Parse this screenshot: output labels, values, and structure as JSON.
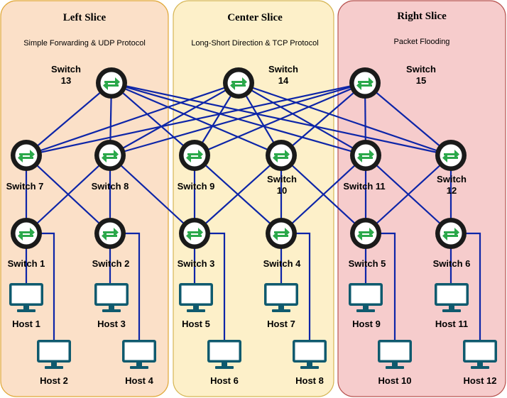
{
  "colors": {
    "link": "#0d25a8",
    "switch_ring": "#1a1a1a",
    "switch_arrow": "#2aa84a",
    "host": "#0f5a6e"
  },
  "slices": [
    {
      "id": "left",
      "title": "Left Slice",
      "subtitle": "Simple Forwarding & UDP Protocol",
      "fill": "#fbe0c8",
      "stroke": "#e0a838"
    },
    {
      "id": "center",
      "title": "Center Slice",
      "subtitle": "Long-Short Direction & TCP Protocol",
      "fill": "#fdf0c9",
      "stroke": "#d6b656"
    },
    {
      "id": "right",
      "title": "Right Slice",
      "subtitle": "Packet Flooding",
      "fill": "#f6cccc",
      "stroke": "#b85450"
    }
  ],
  "switches": [
    {
      "id": "s13",
      "line1": "Switch",
      "line2": "13"
    },
    {
      "id": "s14",
      "line1": "Switch",
      "line2": "14"
    },
    {
      "id": "s15",
      "line1": "Switch",
      "line2": "15"
    },
    {
      "id": "s7",
      "line1": "Switch 7",
      "line2": ""
    },
    {
      "id": "s8",
      "line1": "Switch 8",
      "line2": ""
    },
    {
      "id": "s9",
      "line1": "Switch 9",
      "line2": ""
    },
    {
      "id": "s10",
      "line1": "Switch",
      "line2": "10"
    },
    {
      "id": "s11",
      "line1": "Switch 11",
      "line2": ""
    },
    {
      "id": "s12",
      "line1": "Switch",
      "line2": "12"
    },
    {
      "id": "s1",
      "line1": "Switch 1",
      "line2": ""
    },
    {
      "id": "s2",
      "line1": "Switch 2",
      "line2": ""
    },
    {
      "id": "s3",
      "line1": "Switch 3",
      "line2": ""
    },
    {
      "id": "s4",
      "line1": "Switch 4",
      "line2": ""
    },
    {
      "id": "s5",
      "line1": "Switch 5",
      "line2": ""
    },
    {
      "id": "s6",
      "line1": "Switch 6",
      "line2": ""
    }
  ],
  "hosts": [
    {
      "id": "h1",
      "label": "Host 1"
    },
    {
      "id": "h2",
      "label": "Host 2"
    },
    {
      "id": "h3",
      "label": "Host 3"
    },
    {
      "id": "h4",
      "label": "Host 4"
    },
    {
      "id": "h5",
      "label": "Host 5"
    },
    {
      "id": "h6",
      "label": "Host 6"
    },
    {
      "id": "h7",
      "label": "Host 7"
    },
    {
      "id": "h8",
      "label": "Host 8"
    },
    {
      "id": "h9",
      "label": "Host 9"
    },
    {
      "id": "h10",
      "label": "Host 10"
    },
    {
      "id": "h11",
      "label": "Host 11"
    },
    {
      "id": "h12",
      "label": "Host 12"
    }
  ],
  "links": [
    [
      "s13",
      "s7"
    ],
    [
      "s13",
      "s8"
    ],
    [
      "s13",
      "s9"
    ],
    [
      "s13",
      "s10"
    ],
    [
      "s13",
      "s11"
    ],
    [
      "s13",
      "s12"
    ],
    [
      "s14",
      "s7"
    ],
    [
      "s14",
      "s8"
    ],
    [
      "s14",
      "s9"
    ],
    [
      "s14",
      "s10"
    ],
    [
      "s14",
      "s11"
    ],
    [
      "s14",
      "s12"
    ],
    [
      "s15",
      "s7"
    ],
    [
      "s15",
      "s8"
    ],
    [
      "s15",
      "s9"
    ],
    [
      "s15",
      "s10"
    ],
    [
      "s15",
      "s11"
    ],
    [
      "s15",
      "s12"
    ],
    [
      "s7",
      "s1"
    ],
    [
      "s7",
      "s2"
    ],
    [
      "s8",
      "s1"
    ],
    [
      "s8",
      "s2"
    ],
    [
      "s8",
      "s3"
    ],
    [
      "s9",
      "s3"
    ],
    [
      "s9",
      "s4"
    ],
    [
      "s10",
      "s3"
    ],
    [
      "s10",
      "s4"
    ],
    [
      "s10",
      "s5"
    ],
    [
      "s11",
      "s4"
    ],
    [
      "s11",
      "s5"
    ],
    [
      "s11",
      "s6"
    ],
    [
      "s12",
      "s5"
    ],
    [
      "s12",
      "s6"
    ],
    [
      "s1",
      "h1"
    ],
    [
      "s1",
      "h2"
    ],
    [
      "s2",
      "h3"
    ],
    [
      "s2",
      "h4"
    ],
    [
      "s3",
      "h5"
    ],
    [
      "s3",
      "h6"
    ],
    [
      "s4",
      "h7"
    ],
    [
      "s4",
      "h8"
    ],
    [
      "s5",
      "h9"
    ],
    [
      "s5",
      "h10"
    ],
    [
      "s6",
      "h11"
    ],
    [
      "s6",
      "h12"
    ]
  ]
}
